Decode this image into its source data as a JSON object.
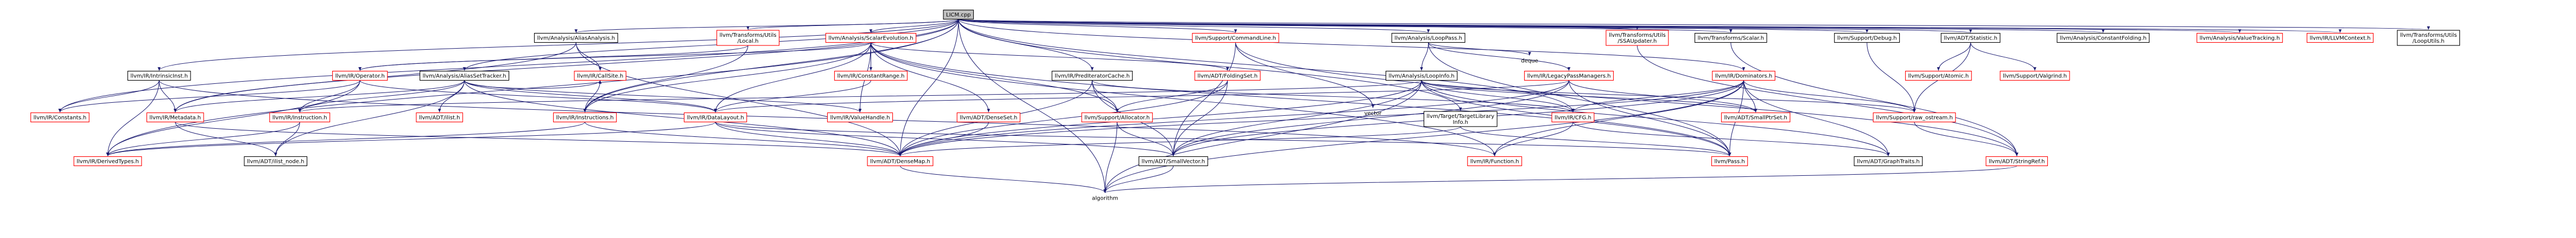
{
  "colors": {
    "root_fill": "#bfbfbf",
    "plain_border": "#000000",
    "linked_border": "#ff0000",
    "node_fill": "#ffffff",
    "edge": "#191970"
  },
  "nodes": [
    {
      "id": "root",
      "lines": [
        "LICM.cpp"
      ],
      "root": true
    },
    {
      "id": "aa",
      "lines": [
        "llvm/Analysis/AliasAnalysis.h"
      ],
      "red": false
    },
    {
      "id": "tlocal",
      "lines": [
        "llvm/Transforms/Utils",
        "/Local.h"
      ],
      "red": true
    },
    {
      "id": "sce",
      "lines": [
        "llvm/Analysis/ScalarEvolution.h"
      ],
      "red": true
    },
    {
      "id": "cmdline",
      "lines": [
        "llvm/Support/CommandLine.h"
      ],
      "red": true
    },
    {
      "id": "lpass",
      "lines": [
        "llvm/Analysis/LoopPass.h"
      ],
      "red": false
    },
    {
      "id": "ssaupd",
      "lines": [
        "llvm/Transforms/Utils",
        "/SSAUpdater.h"
      ],
      "red": true
    },
    {
      "id": "tscalar",
      "lines": [
        "llvm/Transforms/Scalar.h"
      ],
      "red": false
    },
    {
      "id": "debug",
      "lines": [
        "llvm/Support/Debug.h"
      ],
      "red": false
    },
    {
      "id": "statistic",
      "lines": [
        "llvm/ADT/Statistic.h"
      ],
      "red": false
    },
    {
      "id": "constfold",
      "lines": [
        "llvm/Analysis/ConstantFolding.h"
      ],
      "red": false
    },
    {
      "id": "valtrack",
      "lines": [
        "llvm/Analysis/ValueTracking.h"
      ],
      "red": true
    },
    {
      "id": "llvmctx",
      "lines": [
        "llvm/IR/LLVMContext.h"
      ],
      "red": true
    },
    {
      "id": "looputils",
      "lines": [
        "llvm/Transforms/Utils",
        "/LoopUtils.h"
      ],
      "red": false
    },
    {
      "id": "intrinsic",
      "lines": [
        "llvm/IR/IntrinsicInst.h"
      ],
      "red": false
    },
    {
      "id": "operator",
      "lines": [
        "llvm/IR/Operator.h"
      ],
      "red": true
    },
    {
      "id": "ast",
      "lines": [
        "llvm/Analysis/AliasSetTracker.h"
      ],
      "red": false
    },
    {
      "id": "callsite",
      "lines": [
        "llvm/IR/CallSite.h"
      ],
      "red": true
    },
    {
      "id": "constrange",
      "lines": [
        "llvm/IR/ConstantRange.h"
      ],
      "red": true
    },
    {
      "id": "prediter",
      "lines": [
        "llvm/IR/PredIteratorCache.h"
      ],
      "red": false
    },
    {
      "id": "foldset",
      "lines": [
        "llvm/ADT/FoldingSet.h"
      ],
      "red": true
    },
    {
      "id": "legacypm",
      "lines": [
        "llvm/IR/LegacyPassManagers.h"
      ],
      "red": true
    },
    {
      "id": "loopinfo",
      "lines": [
        "llvm/Analysis/LoopInfo.h"
      ],
      "red": false
    },
    {
      "id": "deque",
      "lines": [
        "deque"
      ],
      "plain": true
    },
    {
      "id": "dominators",
      "lines": [
        "llvm/IR/Dominators.h"
      ],
      "red": true
    },
    {
      "id": "atomic",
      "lines": [
        "llvm/Support/Atomic.h"
      ],
      "red": true
    },
    {
      "id": "valgrind",
      "lines": [
        "llvm/Support/Valgrind.h"
      ],
      "red": true
    },
    {
      "id": "constants",
      "lines": [
        "llvm/IR/Constants.h"
      ],
      "red": true
    },
    {
      "id": "metadata",
      "lines": [
        "llvm/IR/Metadata.h"
      ],
      "red": true
    },
    {
      "id": "instruction",
      "lines": [
        "llvm/IR/Instruction.h"
      ],
      "red": true
    },
    {
      "id": "instructions",
      "lines": [
        "llvm/IR/Instructions.h"
      ],
      "red": true
    },
    {
      "id": "datalayout",
      "lines": [
        "llvm/IR/DataLayout.h"
      ],
      "red": true
    },
    {
      "id": "valuehandle",
      "lines": [
        "llvm/IR/ValueHandle.h"
      ],
      "red": true
    },
    {
      "id": "allocator",
      "lines": [
        "llvm/Support/Allocator.h"
      ],
      "red": true
    },
    {
      "id": "vector",
      "lines": [
        "vector"
      ],
      "plain": true
    },
    {
      "id": "tli",
      "lines": [
        "llvm/Target/TargetLibrary",
        "Info.h"
      ],
      "red": false
    },
    {
      "id": "cfg",
      "lines": [
        "llvm/IR/CFG.h"
      ],
      "red": true
    },
    {
      "id": "smallptrset",
      "lines": [
        "llvm/ADT/SmallPtrSet.h"
      ],
      "red": true
    },
    {
      "id": "rawostream",
      "lines": [
        "llvm/Support/raw_ostream.h"
      ],
      "red": true
    },
    {
      "id": "ilist",
      "lines": [
        "llvm/ADT/ilist.h"
      ],
      "red": true
    },
    {
      "id": "densebase",
      "lines": [
        "llvm/ADT/DenseSet.h"
      ],
      "red": true
    },
    {
      "id": "derived",
      "lines": [
        "llvm/IR/DerivedTypes.h"
      ],
      "red": true
    },
    {
      "id": "ilistnode",
      "lines": [
        "llvm/ADT/ilist_node.h"
      ],
      "red": false
    },
    {
      "id": "densemap",
      "lines": [
        "llvm/ADT/DenseMap.h"
      ],
      "red": true
    },
    {
      "id": "smallvector",
      "lines": [
        "llvm/ADT/SmallVector.h"
      ],
      "red": false
    },
    {
      "id": "function",
      "lines": [
        "llvm/IR/Function.h"
      ],
      "red": true
    },
    {
      "id": "pass",
      "lines": [
        "llvm/Pass.h"
      ],
      "red": true
    },
    {
      "id": "graphtraits",
      "lines": [
        "llvm/ADT/GraphTraits.h"
      ],
      "red": false
    },
    {
      "id": "stringref",
      "lines": [
        "llvm/ADT/StringRef.h"
      ],
      "red": true
    },
    {
      "id": "algorithm",
      "lines": [
        "algorithm"
      ],
      "plain": true
    }
  ]
}
